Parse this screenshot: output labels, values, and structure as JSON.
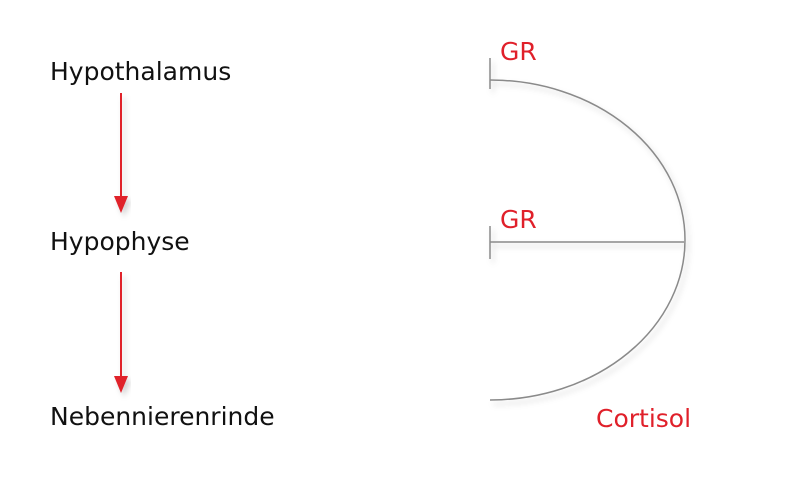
{
  "nodes": {
    "hypothalamus": "Hypothalamus",
    "hypophyse": "Hypophyse",
    "nebennierenrinde": "Nebennierenrinde"
  },
  "feedback": {
    "receptor_top": "GR",
    "receptor_middle": "GR",
    "hormone": "Cortisol"
  },
  "colors": {
    "text": "#111111",
    "accent": "#e0202a",
    "line": "#8a8a8a"
  }
}
